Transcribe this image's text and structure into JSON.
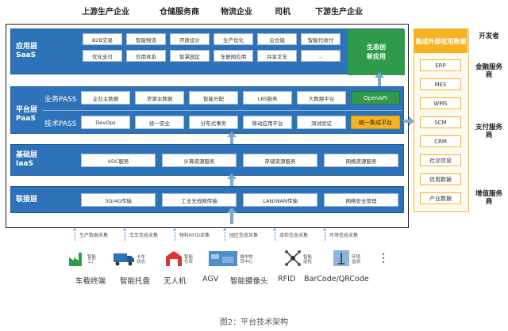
{
  "top_labels": [
    "上游生产企业",
    "仓储服务商",
    "物流企业",
    "司机",
    "下游生产企业"
  ],
  "layers": {
    "saas": {
      "title": "应用层",
      "subtitle": "SaaS",
      "row1": [
        "B2B交易",
        "智能物流",
        "开放设计",
        "生产优化",
        "云仓储",
        "智能代收付"
      ],
      "row2": [
        "优化支付",
        "信用体系",
        "智慧园区",
        "车联网应用",
        "共享叉车",
        "..."
      ],
      "side_panel": "生态创\n新应用"
    },
    "paas": {
      "title": "平台层",
      "subtitle": "PaaS",
      "business_label": "业务PASS",
      "business": [
        "企业主数据",
        "货源主数据",
        "智能分配",
        "LBS服务",
        "大数据平台"
      ],
      "business_highlight": "OpenAPI",
      "tech_label": "技术PASS",
      "tech": [
        "DevOps",
        "统一安全",
        "分布式事务",
        "移动应用平台",
        "测试验证"
      ],
      "tech_highlight": "统一集成平台"
    },
    "iaas": {
      "title": "基础层",
      "subtitle": "IaaS",
      "items": [
        "VDC服务",
        "计算资源服务",
        "存储资源服务",
        "网络资源服务"
      ]
    },
    "connect": {
      "title": "联接层",
      "items": [
        "3G/4G传输",
        "工业无线网传输",
        "LAN/WAN传输",
        "网络安全管理"
      ]
    }
  },
  "external": {
    "title": "集成外部应用数据",
    "items": [
      "ERP",
      "MES",
      "WMS",
      "SCM",
      "CRM",
      "社交信息",
      "信用数据",
      "产业数据"
    ]
  },
  "right_labels": [
    "开发者",
    "金融服务商",
    "支付服务商",
    "增值服务商"
  ],
  "collection_labels": [
    "生产数据采集",
    "车车信息采集",
    "物料RFID采集",
    "园区信息采集",
    "巡检信息采集",
    "环境信息采集"
  ],
  "devices": [
    {
      "icon": "factory-icon",
      "text": "智能\n工厂"
    },
    {
      "icon": "truck-icon",
      "text": "卡车\n状态"
    },
    {
      "icon": "warehouse-icon",
      "text": "智能\n仓库"
    },
    {
      "icon": "park-icon",
      "text": "城市物\n流中心"
    },
    {
      "icon": "drone-icon",
      "text": "智能\n巡检"
    },
    {
      "icon": "monitor-icon",
      "text": "环境\n监测"
    },
    {
      "icon": "more-icon",
      "text": "..."
    }
  ],
  "bottom_labels": [
    "车载终端",
    "智能托盘",
    "无人机",
    "AGV",
    "智能摄像头",
    "RFID",
    "BarCode/QRCode"
  ],
  "caption": "图2：平台技术架构",
  "colors": {
    "band": "#2e73b8",
    "green": "#2e9a4a",
    "orange": "#f5b324"
  }
}
